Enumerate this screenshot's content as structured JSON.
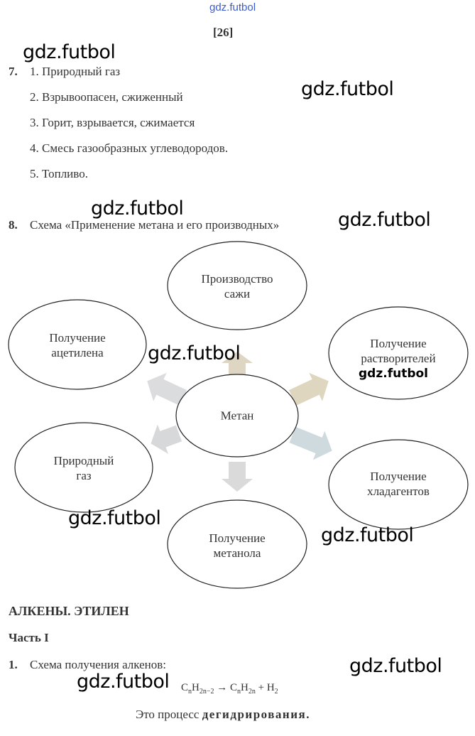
{
  "header": {
    "site_link": "gdz.futbol",
    "page_number": "[26]"
  },
  "watermark": "gdz.futbol",
  "task7": {
    "number": "7.",
    "items": [
      "1. Природный газ",
      "2. Взрывоопасен, сжиженный",
      "3. Горит, взрывается, сжимается",
      "4. Смесь газообразных углеводородов.",
      "5. Топливо."
    ]
  },
  "task8": {
    "number": "8.",
    "title": "Схема «Применение метана и его производных»",
    "diagram": {
      "center": "Метан",
      "nodes": [
        {
          "line1": "Производство",
          "line2": "сажи"
        },
        {
          "line1": "Получение",
          "line2": "ацетилена"
        },
        {
          "line1": "Получение",
          "line2": "растворителей"
        },
        {
          "line1": "Природный",
          "line2": "газ"
        },
        {
          "line1": "Получение",
          "line2": "хладагентов"
        },
        {
          "line1": "Получение",
          "line2": "метанола"
        }
      ]
    }
  },
  "section": {
    "title": "АЛКЕНЫ. ЭТИЛЕН",
    "part": "Часть I",
    "task1": {
      "number": "1.",
      "text": "Схема получения алкенов:",
      "formula": {
        "r1": "C",
        "r1s": "n",
        "r2": "H",
        "r2s": "2n−2",
        "arrow": " → ",
        "p1": "C",
        "p1s": "n",
        "p2": "H",
        "p2s": "2n",
        "plus": " + H",
        "p3s": "2"
      },
      "conclusion_prefix": "Это процесс ",
      "conclusion_bold": "дегидрирования."
    }
  }
}
